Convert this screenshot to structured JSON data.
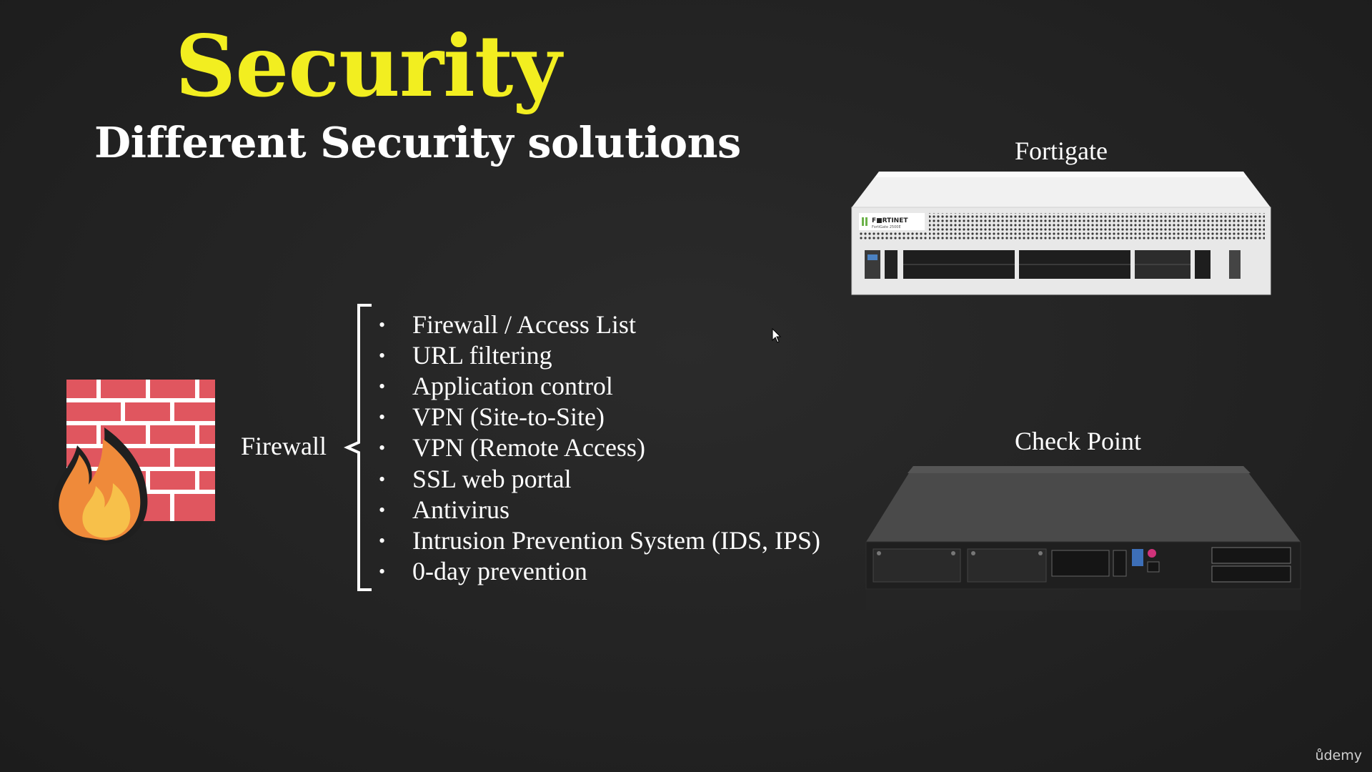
{
  "slide": {
    "title": "Security",
    "subtitle": "Different Security solutions",
    "firewall_label": "Firewall",
    "features": [
      "Firewall / Access List",
      "URL filtering",
      "Application control",
      "VPN (Site-to-Site)",
      "VPN (Remote Access)",
      "SSL web portal",
      "Antivirus",
      "Intrusion Prevention System (IDS, IPS)",
      "0-day prevention"
    ],
    "bullet_char": "•",
    "devices": {
      "fortigate": {
        "label": "Fortigate",
        "brand_text": "F■RTINET",
        "model_text": "FortiGate 2500E"
      },
      "checkpoint": {
        "label": "Check Point"
      }
    }
  },
  "watermark": "ůdemy",
  "colors": {
    "title": "#f2ee20",
    "background": "#242424",
    "brick": "#e0565f",
    "mortar": "#ffffff",
    "flame_outer": "#ef8a3a",
    "flame_inner": "#f7c04a"
  },
  "icons": [
    "firewall-brick-icon",
    "flame-icon",
    "brace-icon",
    "mouse-cursor-icon"
  ]
}
